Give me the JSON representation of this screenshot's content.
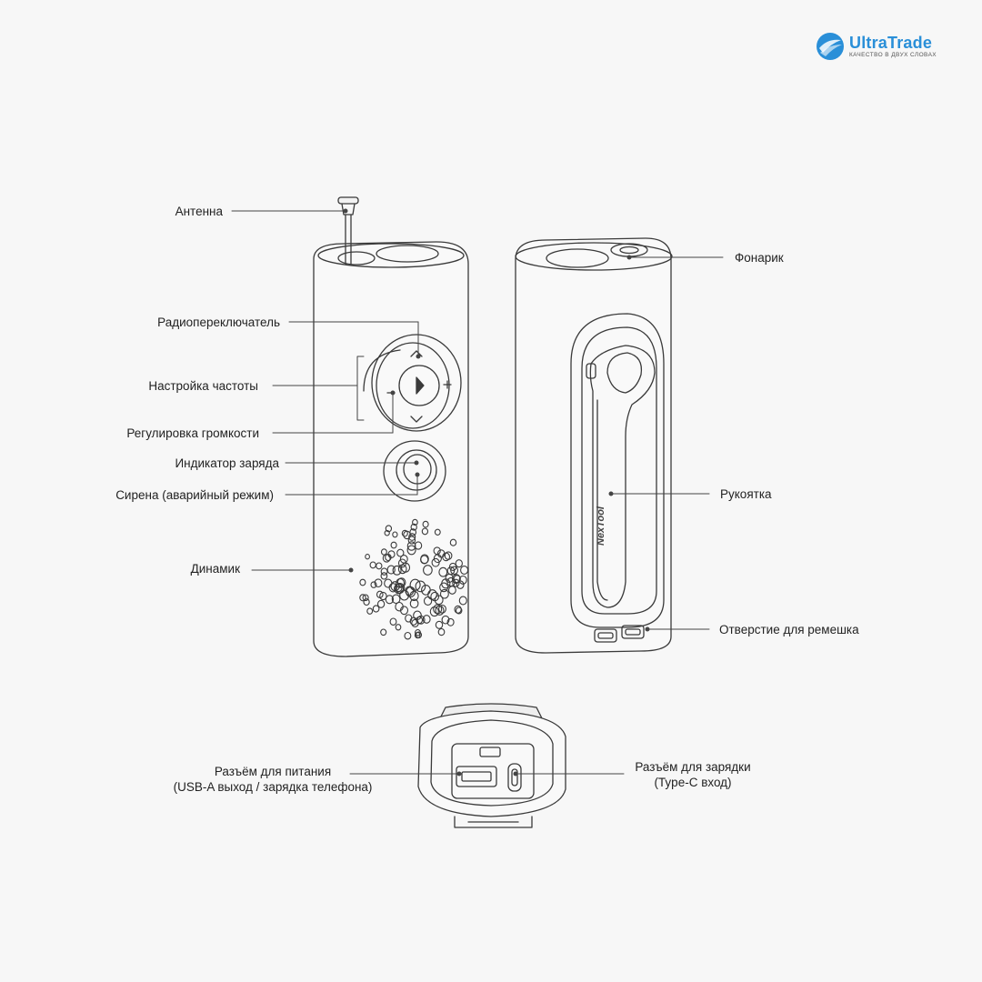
{
  "logo": {
    "brand": "UltraTrade",
    "slogan": "КАЧЕСТВО В ДВУХ СЛОВАХ",
    "color": "#2a8fd8"
  },
  "device": {
    "brand_print": "NexTool"
  },
  "labels": {
    "antenna": "Антенна",
    "radio_switch": "Радиопереключатель",
    "frequency": "Настройка частоты",
    "volume": "Регулировка громкости",
    "charge_indicator": "Индикатор заряда",
    "siren": "Сирена (аварийный режим)",
    "speaker": "Динамик",
    "flashlight": "Фонарик",
    "handle": "Рукоятка",
    "strap_hole": "Отверстие для ремешка",
    "power_port_line1": "Разъём для питания",
    "power_port_line2": "(USB-A выход / зарядка телефона)",
    "charge_port_line1": "Разъём для зарядки",
    "charge_port_line2": "(Type-C вход)"
  },
  "colors": {
    "background": "#f7f7f7",
    "line": "#3a3a3a"
  }
}
